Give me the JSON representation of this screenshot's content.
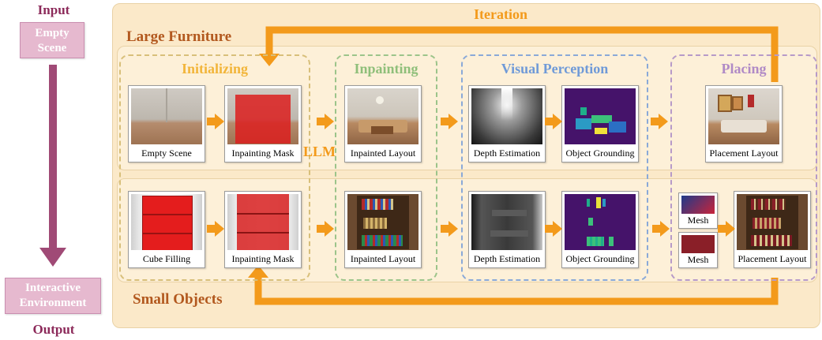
{
  "side": {
    "input_label": "Input",
    "input_box": "Empty Scene",
    "output_box": "Interactive Environment",
    "output_label": "Output"
  },
  "iteration_label": "Iteration",
  "llm_label": "LLM",
  "rows": {
    "large_title": "Large Furniture",
    "small_title": "Small Objects"
  },
  "stages": {
    "initializing": "Initializing",
    "inpainting": "Inpainting",
    "visual_perception": "Visual Perception",
    "placing": "Placing"
  },
  "large": {
    "empty_scene": "Empty Scene",
    "inpainting_mask": "Inpainting Mask",
    "inpainted_layout": "Inpainted Layout",
    "depth_estimation": "Depth Estimation",
    "object_grounding": "Object Grounding",
    "placement_layout": "Placement Layout"
  },
  "small": {
    "cube_filling": "Cube Filling",
    "inpainting_mask": "Inpainting Mask",
    "inpainted_layout": "Inpainted Layout",
    "depth_estimation": "Depth Estimation",
    "object_grounding": "Object Grounding",
    "mesh_1": "Mesh",
    "mesh_2": "Mesh",
    "placement_layout": "Placement Layout"
  },
  "colors": {
    "arrow": "#f39a1b",
    "initializing": "#f2b53a",
    "inpainting": "#8fbf7a",
    "visual_perception": "#6f9ad8",
    "placing": "#b08ac6",
    "side": "#8c2a5a"
  }
}
